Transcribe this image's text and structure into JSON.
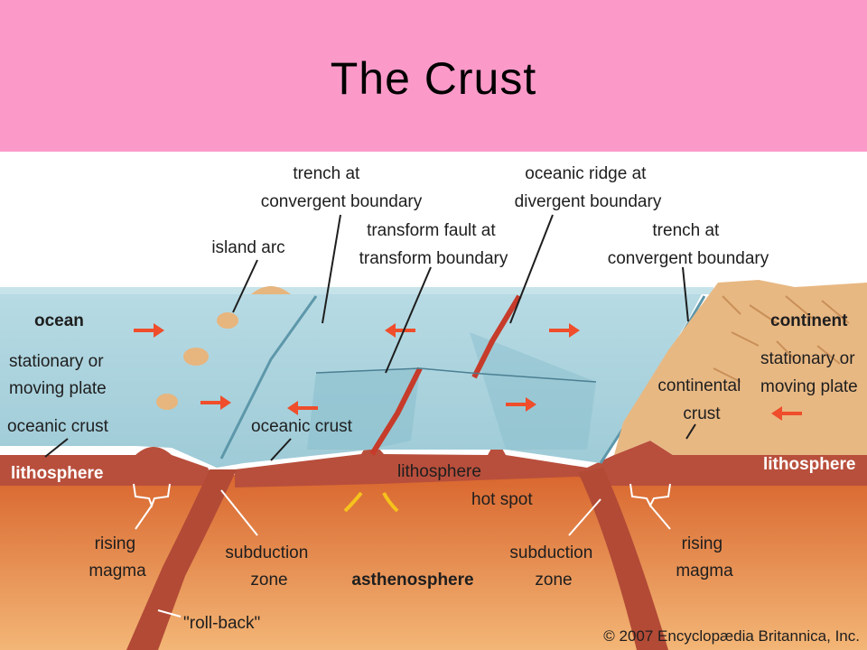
{
  "title": "The Crust",
  "labels": {
    "trench_left": [
      "trench at",
      "convergent boundary"
    ],
    "ridge": [
      "oceanic ridge at",
      "divergent boundary"
    ],
    "transform": [
      "transform fault at",
      "transform boundary"
    ],
    "trench_right": [
      "trench at",
      "convergent boundary"
    ],
    "island_arc": "island arc",
    "ocean": "ocean",
    "continent": "continent",
    "stationary_left": [
      "stationary or",
      "moving plate"
    ],
    "stationary_right": [
      "stationary or",
      "moving plate"
    ],
    "oceanic_crust_left": "oceanic crust",
    "oceanic_crust_center": "oceanic crust",
    "continental_crust": [
      "continental",
      "crust"
    ],
    "lithosphere_left": "lithosphere",
    "lithosphere_center": "lithosphere",
    "lithosphere_right": "lithosphere",
    "hot_spot": "hot spot",
    "rising_magma_left": [
      "rising",
      "magma"
    ],
    "rising_magma_right": [
      "rising",
      "magma"
    ],
    "subduction_left": [
      "subduction",
      "zone"
    ],
    "subduction_right": [
      "subduction",
      "zone"
    ],
    "asthenosphere": "asthenosphere",
    "roll_back": "\"roll-back\"",
    "copyright": "© 2007 Encyclopædia Britannica, Inc."
  },
  "colors": {
    "title_bar": "#fb9ac9",
    "ocean_water": "#a9d2dd",
    "ocean_surface": "#c7e3ea",
    "lithosphere": "#b84f3c",
    "asthenosphere_top": "#d96a38",
    "asthenosphere_bottom": "#f3b676",
    "continent": "#e8b883",
    "arrows": "#ef4d2b",
    "hot_spot_arrows": "#f6c21c"
  },
  "icons": [
    "plate-motion-arrow",
    "magma-up-arrow"
  ]
}
